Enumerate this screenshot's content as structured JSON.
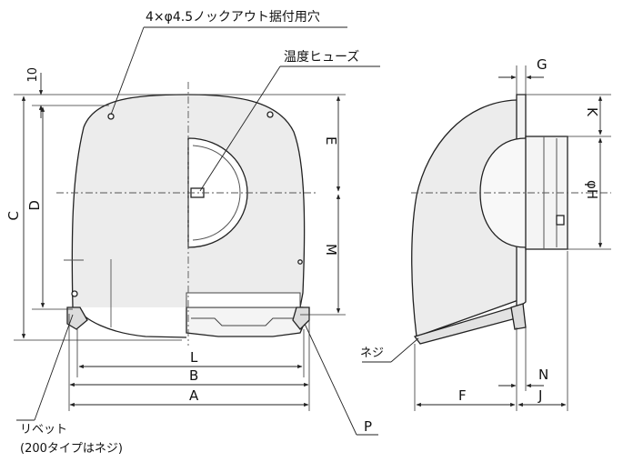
{
  "annotations": {
    "knockout_holes": "4×φ4.5ノックアウト据付用穴",
    "thermal_fuse": "温度ヒューズ",
    "rivet": "リベット",
    "rivet_note": "(200タイプはネジ)",
    "screw": "ネジ"
  },
  "dimensions": {
    "ten": "10",
    "C": "C",
    "D": "D",
    "E": "E",
    "M": "M",
    "L": "L",
    "B": "B",
    "A": "A",
    "P": "P",
    "G": "G",
    "K": "K",
    "phiH": "φH",
    "N": "N",
    "F": "F",
    "J": "J"
  },
  "colors": {
    "body_fill": "#ececec",
    "line": "#222222",
    "dim_line": "#333333"
  }
}
